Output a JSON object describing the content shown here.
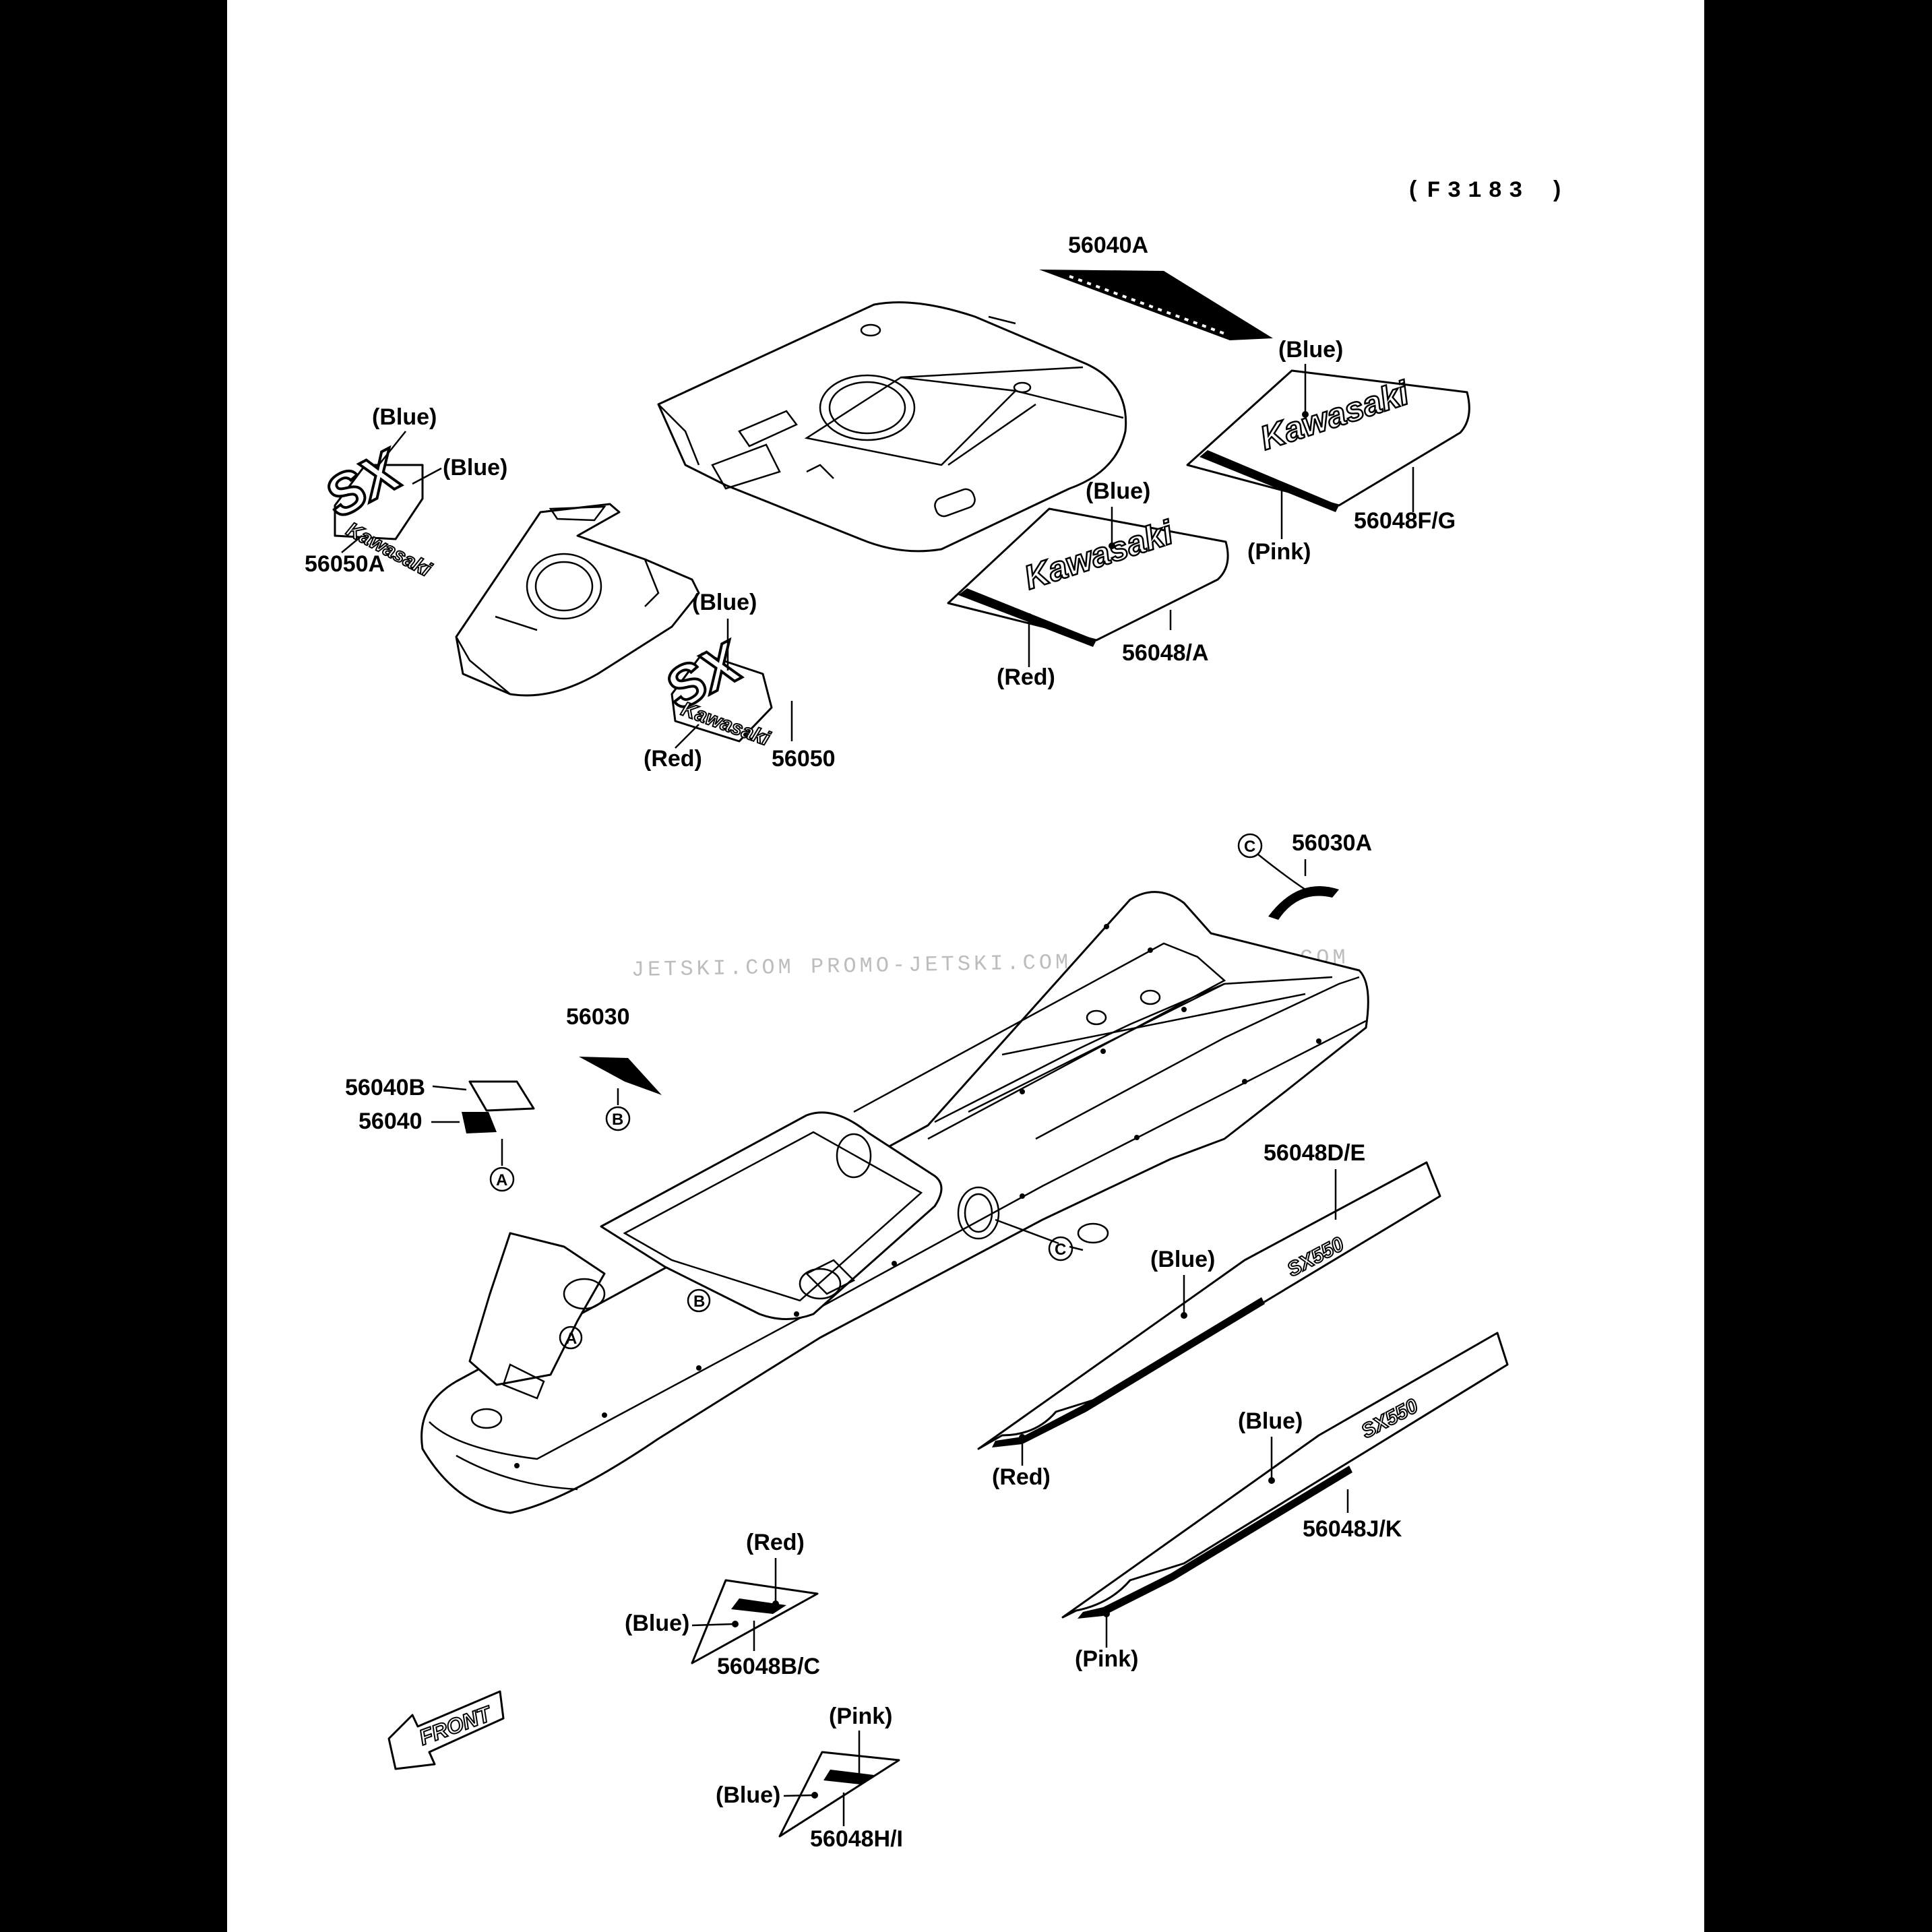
{
  "diagram": {
    "code": "(F3183 )",
    "watermark": "JETSKI.COM  PROMO-JETSKI.COM  PROMO-JETSKI.COM",
    "parts": {
      "p56040A": "56040A",
      "p56048FG": "56048F/G",
      "p56048A": "56048/A",
      "p56050A": "56050A",
      "p56050": "56050",
      "p56030A": "56030A",
      "p56030": "56030",
      "p56040B": "56040B",
      "p56040": "56040",
      "p56048DE": "56048D/E",
      "p56048JK": "56048J/K",
      "p56048BC": "56048B/C",
      "p56048HI": "56048H/I"
    },
    "colors": {
      "blue": "(Blue)",
      "red": "(Red)",
      "pink": "(Pink)"
    },
    "refs": {
      "a": "A",
      "b": "B",
      "c": "C"
    },
    "decal_text": {
      "brand": "Kawasaki",
      "model": "SX",
      "side": "SX550",
      "front": "FRONT"
    }
  }
}
